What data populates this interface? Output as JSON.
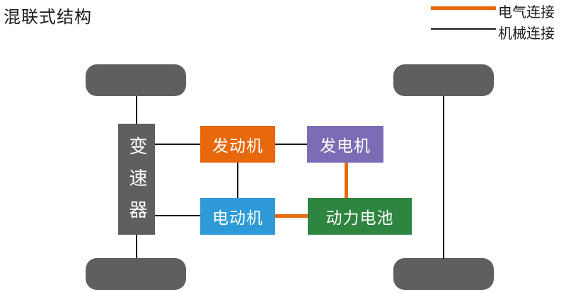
{
  "title": "混联式结构",
  "legend": {
    "items": [
      {
        "id": "electrical",
        "label": "电气连接",
        "color": "#E8680C",
        "line_weight": "thick"
      },
      {
        "id": "mechanical",
        "label": "机械连接",
        "color": "#1A1A1A",
        "line_weight": "thin"
      }
    ]
  },
  "nodes": {
    "transmission": {
      "label": "变速器",
      "color": "#5F5F5F",
      "text_color": "#FFFFFF"
    },
    "engine": {
      "label": "发动机",
      "color": "#E8680C",
      "text_color": "#FFFFFF"
    },
    "generator": {
      "label": "发电机",
      "color": "#7C6CB5",
      "text_color": "#FFFFFF"
    },
    "motor": {
      "label": "电动机",
      "color": "#2E9BD8",
      "text_color": "#FFFFFF"
    },
    "battery": {
      "label": "动力电池",
      "color": "#2E8540",
      "text_color": "#FFFFFF"
    }
  },
  "wheels": {
    "color": "#5F5F5F",
    "positions": [
      "front-left",
      "front-right",
      "rear-left",
      "rear-right"
    ]
  },
  "connections": [
    {
      "from": "front-left-wheel",
      "to": "transmission",
      "type": "mechanical"
    },
    {
      "from": "transmission",
      "to": "rear-left-wheel",
      "type": "mechanical"
    },
    {
      "from": "front-right-wheel",
      "to": "rear-right-wheel",
      "type": "mechanical"
    },
    {
      "from": "transmission",
      "to": "engine",
      "type": "mechanical"
    },
    {
      "from": "engine",
      "to": "generator",
      "type": "mechanical"
    },
    {
      "from": "transmission",
      "to": "motor",
      "type": "mechanical"
    },
    {
      "from": "engine",
      "to": "motor",
      "type": "mechanical"
    },
    {
      "from": "generator",
      "to": "battery",
      "type": "electrical"
    },
    {
      "from": "motor",
      "to": "battery",
      "type": "electrical"
    }
  ]
}
